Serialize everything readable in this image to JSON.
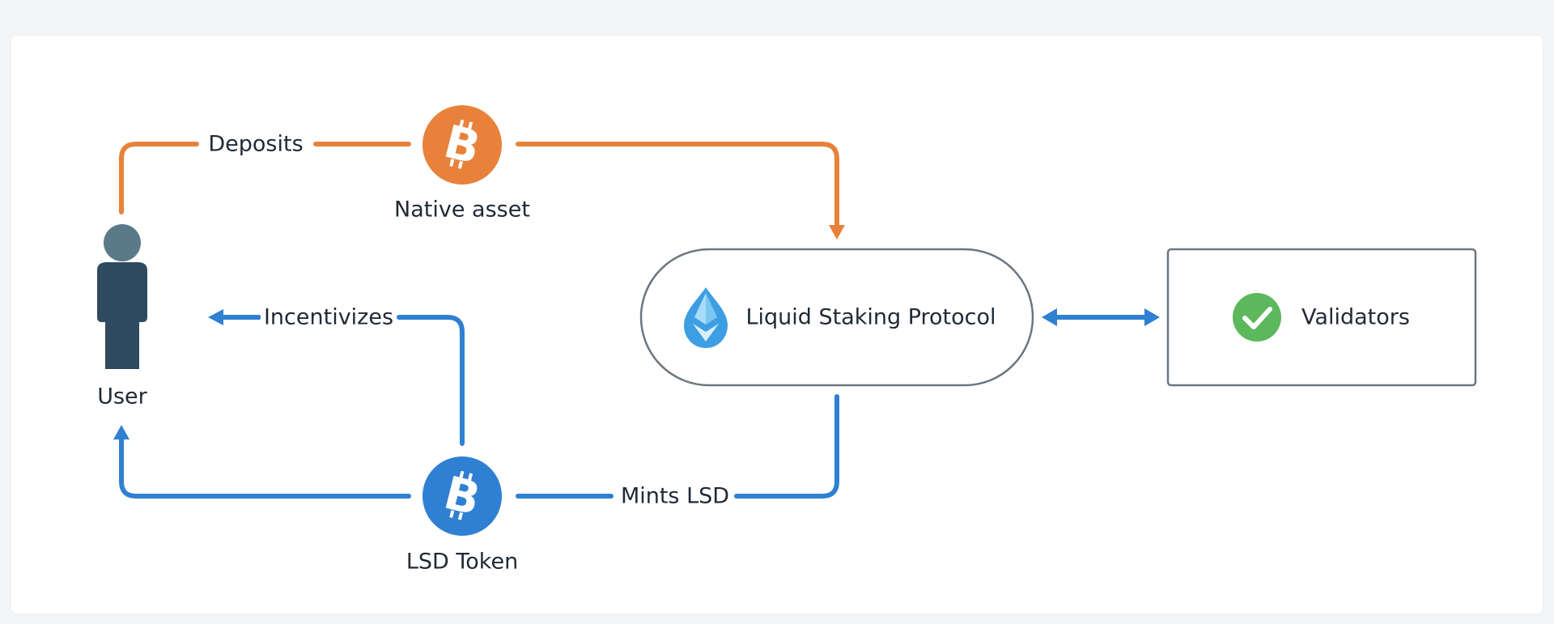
{
  "labels": {
    "deposits": "Deposits",
    "native_asset": "Native asset",
    "incentivizes": "Incentivizes",
    "user": "User",
    "protocol": "Liquid Staking Protocol",
    "validators": "Validators",
    "mints_lsd": "Mints LSD",
    "lsd_token": "LSD Token"
  },
  "colors": {
    "orange": "#e8823a",
    "blue": "#2f80d3",
    "user": "#2f4a5f",
    "user_head": "#5b7a88",
    "box_border": "#6a7681",
    "check_green": "#5cb85c",
    "droplet": "#3d9ee3"
  },
  "icons": {
    "native_asset": "bitcoin-icon",
    "lsd_token": "bitcoin-icon",
    "user": "user-icon",
    "protocol": "droplet-icon",
    "validators": "check-circle-icon"
  }
}
